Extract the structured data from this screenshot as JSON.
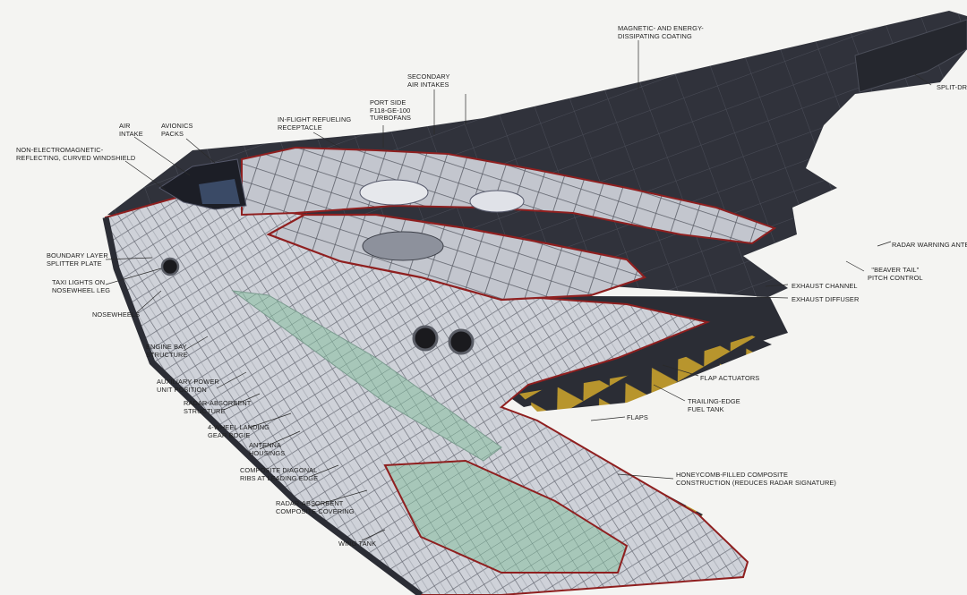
{
  "colors": {
    "background": "#f4f4f2",
    "skin": "#2b2d35",
    "structure": "#c9ccd3",
    "tank_highlight": "#9fc4b4",
    "section_edge": "#8f1f1f",
    "chevron_yellow": "#b8952d"
  },
  "labels": {
    "coating": "MAGNETIC- AND ENERGY-\nDISSIPATING COATING",
    "split_drag": "SPLIT-DRAG",
    "secondary_intakes": "SECONDARY\nAIR INTAKES",
    "turbofans": "PORT SIDE\nF118-GE-100\nTURBOFANS",
    "refueling": "IN-FLIGHT REFUELING\nRECEPTACLE",
    "avionics": "AVIONICS\nPACKS",
    "air_intake": "AIR\nINTAKE",
    "windshield": "NON-ELECTROMAGNETIC-\nREFLECTING, CURVED WINDSHIELD",
    "splitter": "BOUNDARY LAYER\nSPLITTER PLATE",
    "taxi_lights": "TAXI LIGHTS ON\nNOSEWHEEL LEG",
    "nosewheels": "NOSEWHEELS",
    "engine_bay": "ENGINE BAY\nSTRUCTURE",
    "apu": "AUXILIARY POWER\nUNIT POSITION",
    "radar_structure": "RADAR-ABSORBENT\nSTRUCTURE",
    "bogie": "4-WHEEL LANDING\nGEAR BOGIE",
    "antenna": "ANTENNA\nHOUSINGS",
    "ribs": "COMPOSITE DIAGONAL\nRIBS AT LEADING EDGE",
    "covering": "RADAR-ABSORBENT\nCOMPOSITE COVERING",
    "wing_tank": "WING TANK",
    "radar_warning": "RADAR WARNING ANTENNA",
    "beaver_tail": "\"BEAVER TAIL\"\nPITCH CONTROL",
    "exhaust_channel": "EXHAUST CHANNEL",
    "exhaust_diffuser": "EXHAUST DIFFUSER",
    "flap_actuators": "FLAP ACTUATORS",
    "te_fuel_tank": "TRAILING-EDGE\nFUEL TANK",
    "flaps": "FLAPS",
    "honeycomb": "HONEYCOMB-FILLED COMPOSITE\nCONSTRUCTION (REDUCES RADAR SIGNATURE)"
  }
}
